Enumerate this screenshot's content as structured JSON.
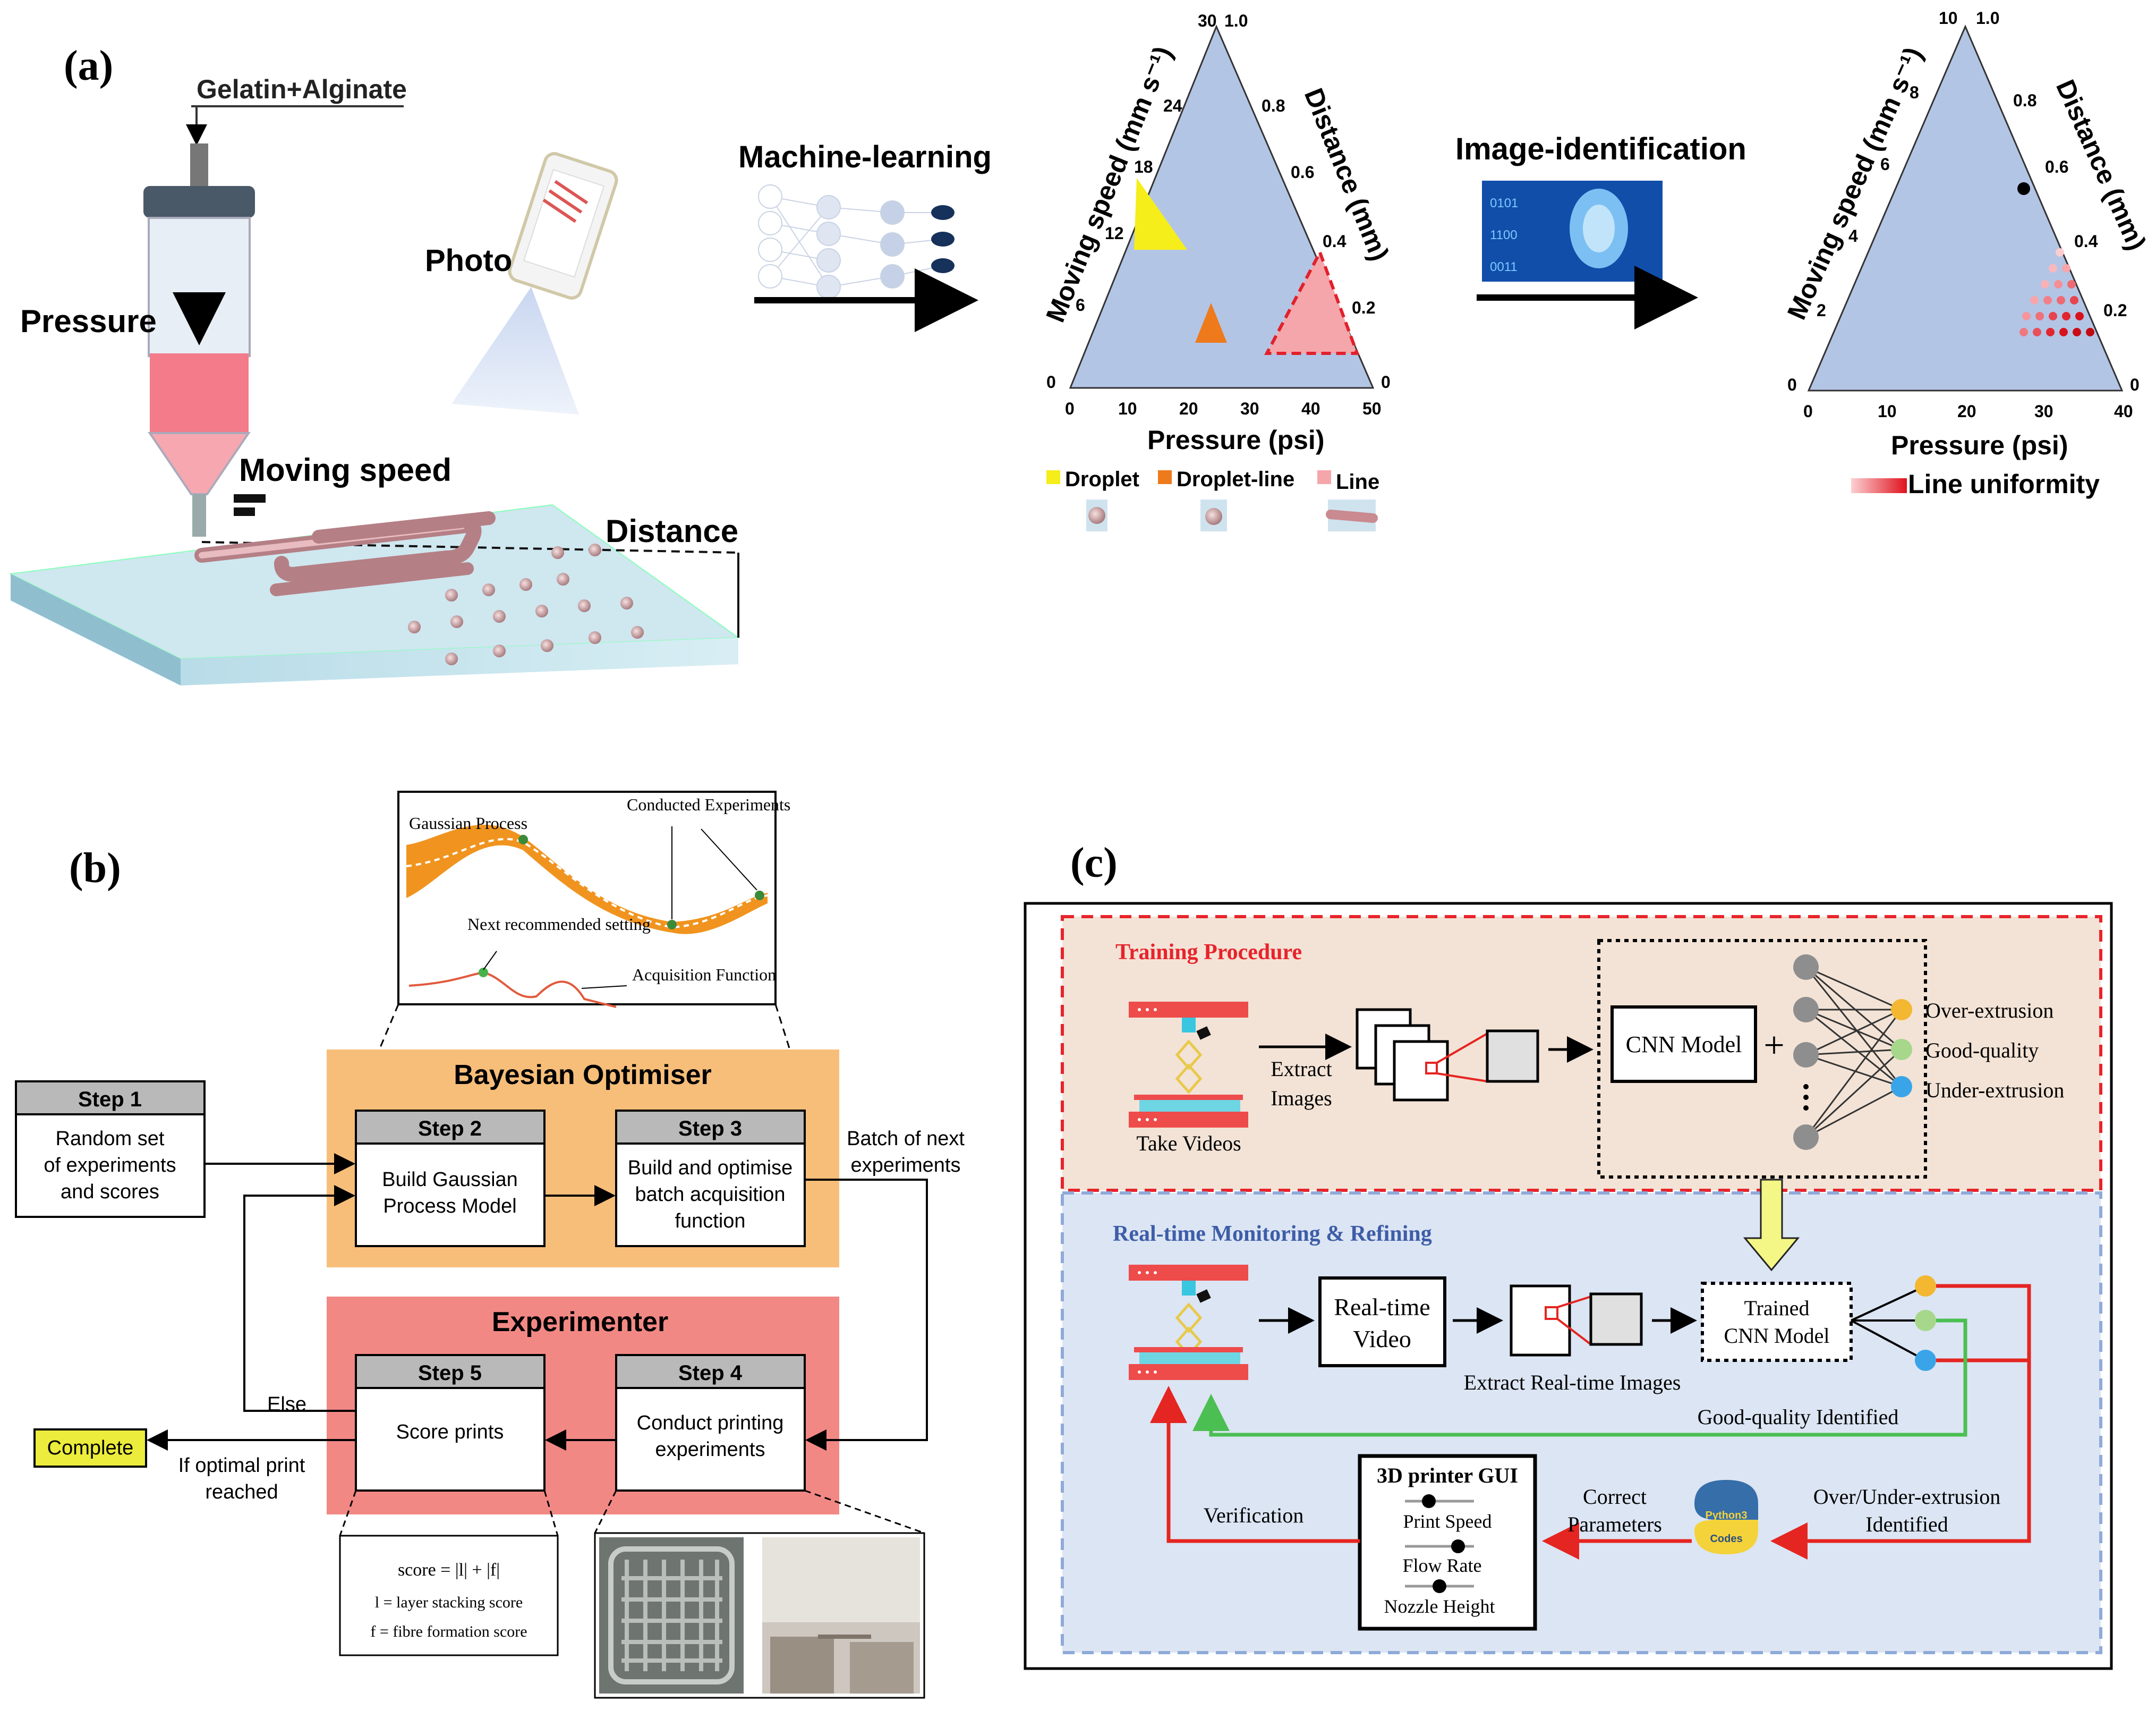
{
  "panel_labels": {
    "a": "(a)",
    "b": "(b)",
    "c": "(c)"
  },
  "panel_a": {
    "syringe": {
      "ink_label": "Gelatin+Alginate",
      "pressure_label": "Pressure",
      "moving_speed_label": "Moving speed",
      "distance_label": "Distance"
    },
    "photo_label": "Photo",
    "machine_learning_label": "Machine-learning",
    "image_identification_label": "Image-identification",
    "ternary_left": {
      "left_axis_title": "Moving speed  (mm s⁻¹)",
      "right_axis_title": "Distance (mm)",
      "bottom_axis_title": "Pressure (psi)",
      "left_ticks": [
        "0",
        "6",
        "12",
        "18",
        "24",
        "30"
      ],
      "right_ticks": [
        "1.0",
        "0.8",
        "0.6",
        "0.4",
        "0.2",
        "0"
      ],
      "bottom_ticks": [
        "0",
        "10",
        "20",
        "30",
        "40",
        "50"
      ],
      "legend": [
        "Droplet",
        "Droplet-line",
        "Line"
      ]
    },
    "ternary_right": {
      "left_axis_title": "Moving speed  (mm s⁻¹)",
      "right_axis_title": "Distance (mm)",
      "bottom_axis_title": "Pressure (psi)",
      "left_ticks": [
        "0",
        "2",
        "4",
        "6",
        "8",
        "10"
      ],
      "right_ticks": [
        "1.0",
        "0.8",
        "0.6",
        "0.4",
        "0.2",
        "0"
      ],
      "bottom_ticks": [
        "0",
        "10",
        "20",
        "30",
        "40"
      ],
      "legend": "Line uniformity"
    },
    "colors": {
      "ternary_fill": "#b3c5e5",
      "droplet": "#f5ee1a",
      "droplet_line": "#ee7a1c",
      "line": "#f5a6aa",
      "arrow": "#000000"
    }
  },
  "panel_b": {
    "gp_inset": {
      "gaussian_process": "Gaussian\nProcess",
      "conducted_experiments": "Conducted\nExperiments",
      "next_recommended": "Next recommended\nsetting",
      "acquisition_function": "Acquisition\nFunction"
    },
    "bayesian_title": "Bayesian Optimiser",
    "experimenter_title": "Experimenter",
    "steps": [
      {
        "title": "Step 1",
        "body": "Random set\nof experiments\nand scores"
      },
      {
        "title": "Step 2",
        "body": "Build Gaussian\nProcess Model"
      },
      {
        "title": "Step 3",
        "body": "Build and optimise\nbatch acquisition\nfunction"
      },
      {
        "title": "Step 4",
        "body": "Conduct printing\nexperiments"
      },
      {
        "title": "Step 5",
        "body": "Score prints"
      }
    ],
    "batch_label": "Batch of next\nexperiments",
    "else_label": "Else",
    "complete_label": "Complete",
    "optimal_label": "If optimal print\nreached",
    "score_formula": [
      "score = |l| + |f|",
      "l = layer stacking score",
      "f = fibre formation score"
    ],
    "colors": {
      "bayesian_bg": "#f7be7a",
      "experimenter_bg": "#f28884",
      "step_header": "#b9b9b9",
      "complete": "#ecec3c",
      "gp_band": "#f0941f"
    }
  },
  "panel_c": {
    "training_title": "Training Procedure",
    "realtime_title": "Real-time Monitoring & Refining",
    "take_videos": "Take Videos",
    "extract_images": "Extract\nImages",
    "cnn_model": "CNN Model",
    "plus": "+",
    "outputs": [
      "Over-extrusion",
      "Good-quality",
      "Under-extrusion"
    ],
    "realtime_video": "Real-time\nVideo",
    "extract_realtime": "Extract Real-time Images",
    "trained_cnn": "Trained\nCNN Model",
    "good_quality_identified": "Good-quality Identified",
    "over_under_identified": "Over/Under-extrusion\nIdentified",
    "correct_parameters": "Correct\nParameters",
    "verification": "Verification",
    "gui_title": "3D printer GUI",
    "gui_items": [
      "Print Speed",
      "Flow Rate",
      "Nozzle Height"
    ],
    "python_text": [
      "Python3",
      "Codes"
    ],
    "colors": {
      "training_bg": "#f3e3d6",
      "realtime_bg": "#dce5f3",
      "training_title": "#e8232b",
      "realtime_title": "#3d5da8",
      "over": "#f3b731",
      "good": "#a6d78b",
      "under": "#3aa4e8",
      "red_arrow": "#e52521",
      "green_arrow": "#4cbf53",
      "yellow_arrow": "#f4f686"
    }
  }
}
